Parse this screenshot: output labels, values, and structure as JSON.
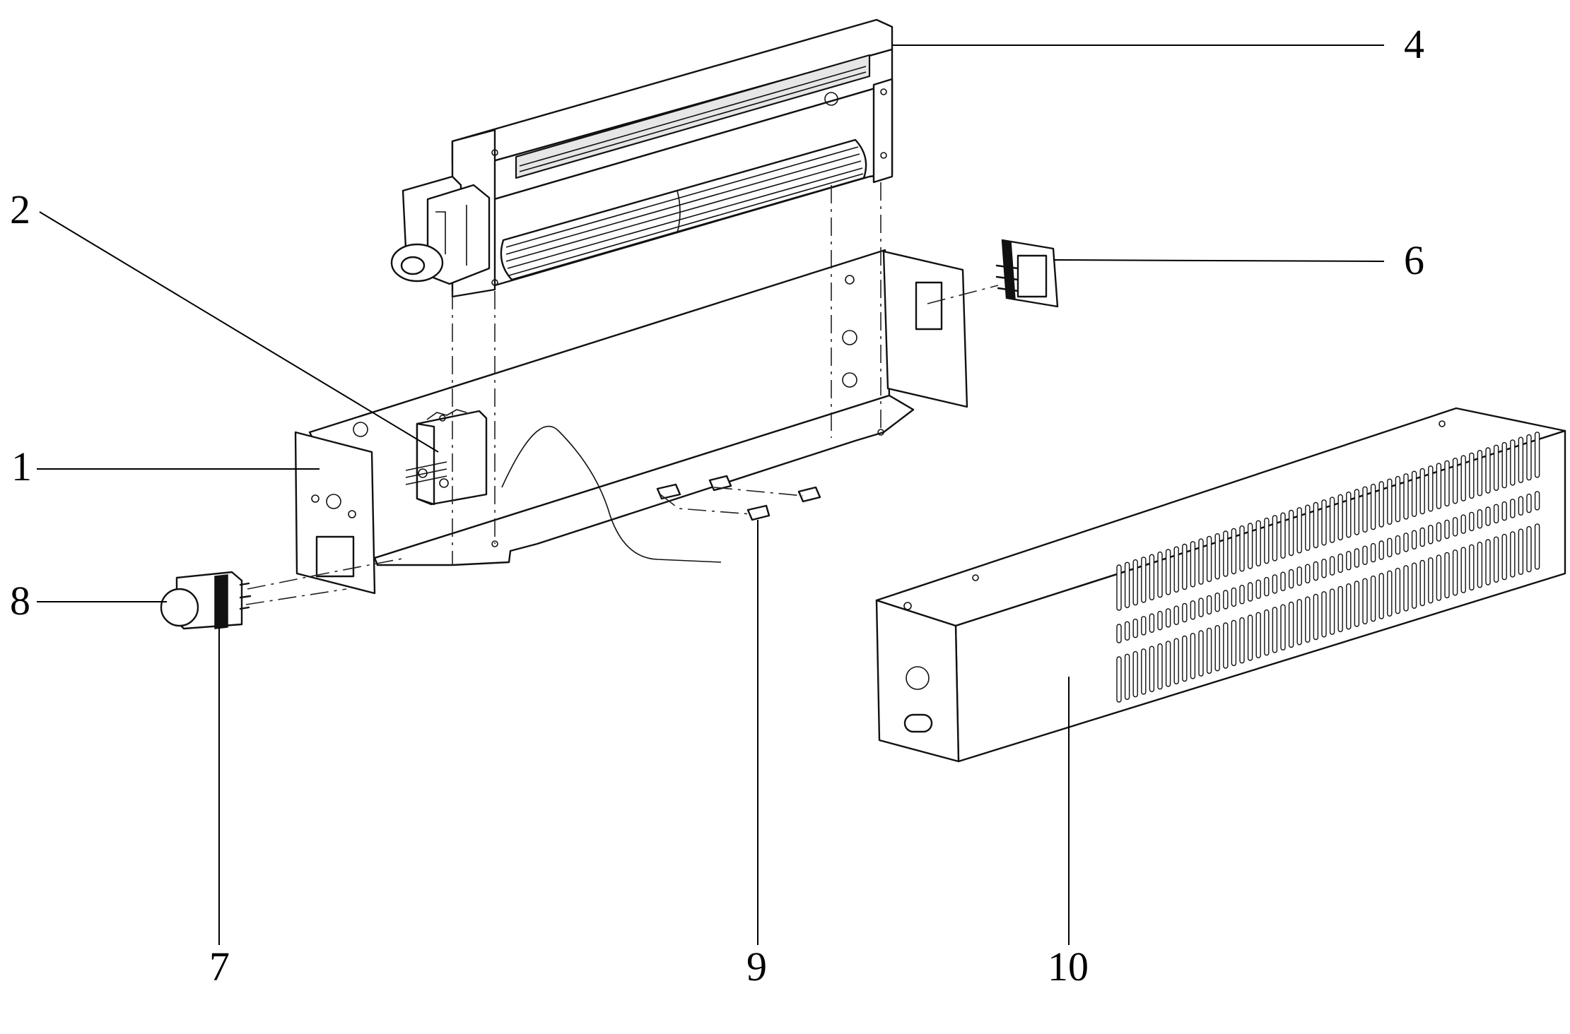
{
  "diagram": {
    "callouts": [
      {
        "id": "1",
        "text": "1"
      },
      {
        "id": "2",
        "text": "2"
      },
      {
        "id": "4",
        "text": "4"
      },
      {
        "id": "6",
        "text": "6"
      },
      {
        "id": "7",
        "text": "7"
      },
      {
        "id": "8",
        "text": "8"
      },
      {
        "id": "9",
        "text": "9"
      },
      {
        "id": "10",
        "text": "10"
      }
    ],
    "colors": {
      "ink": "#000000",
      "background": "#ffffff"
    }
  }
}
